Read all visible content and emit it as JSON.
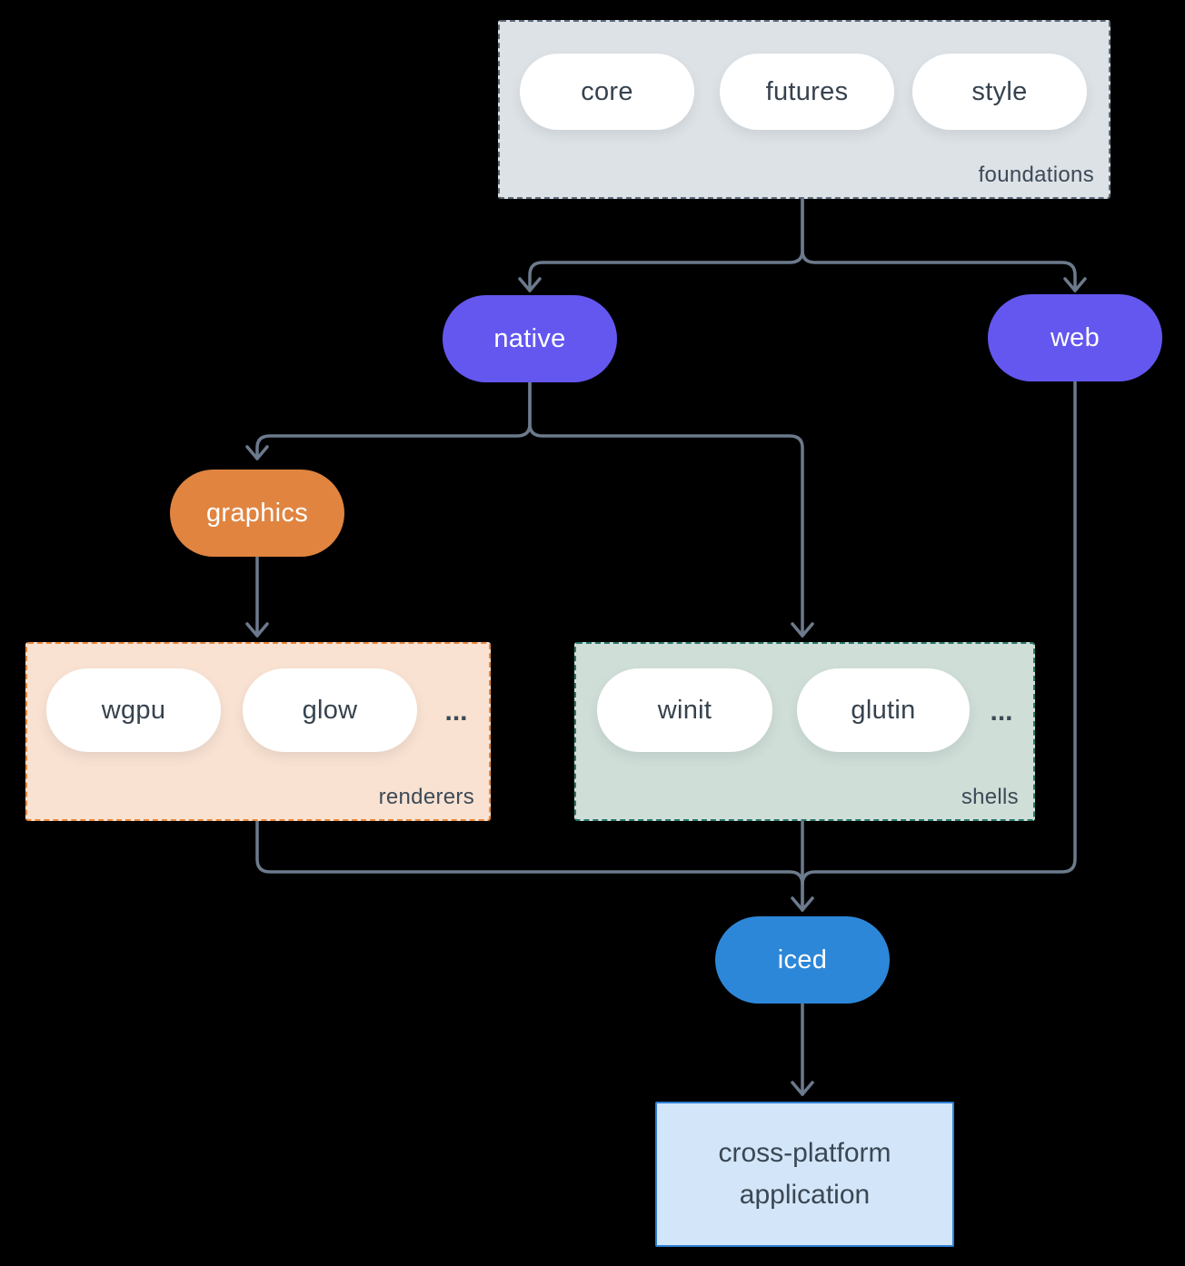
{
  "nodes": {
    "native": "native",
    "web": "web",
    "graphics": "graphics",
    "iced": "iced",
    "application": "cross-platform application"
  },
  "groups": {
    "foundations": {
      "label": "foundations",
      "pills": [
        "core",
        "futures",
        "style"
      ]
    },
    "renderers": {
      "label": "renderers",
      "pills": [
        "wgpu",
        "glow"
      ],
      "ellipsis": "..."
    },
    "shells": {
      "label": "shells",
      "pills": [
        "winit",
        "glutin"
      ],
      "ellipsis": "..."
    }
  },
  "colors": {
    "background": "#000000",
    "connector": "#6b7a8c",
    "purple_node": "#6457f0",
    "orange_node": "#e08440",
    "blue_node": "#2d87d8",
    "white_pill": "#ffffff",
    "pill_text_dark": "#36424e",
    "group_label_text": "#3d4a57",
    "foundations_fill": "#dde2e6",
    "foundations_border": "#5a6a7a",
    "renderers_fill": "#f9e2d2",
    "renderers_border": "#e8883c",
    "shells_fill": "#cfded7",
    "shells_border": "#27786a",
    "application_fill": "#d3e5f8",
    "application_border": "#2d7fd3"
  }
}
